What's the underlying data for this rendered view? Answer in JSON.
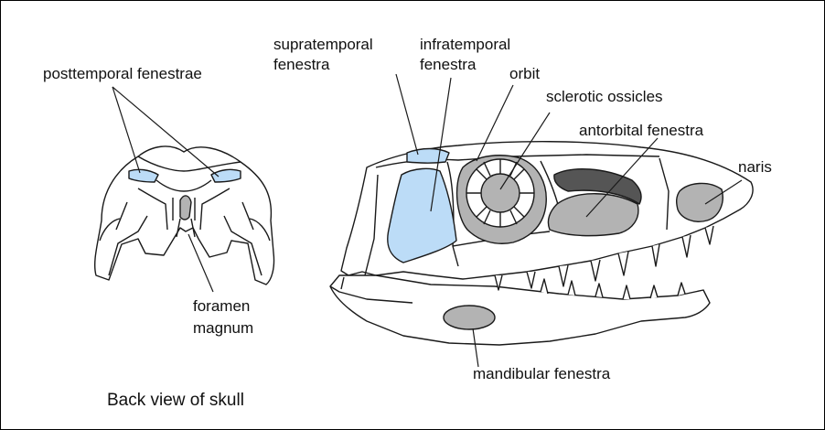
{
  "labels": {
    "posttemporal": "posttemporal fenestrae",
    "supratemporal_1": "supratemporal",
    "supratemporal_2": "fenestra",
    "infratemporal_1": "infratemporal",
    "infratemporal_2": "fenestra",
    "orbit": "orbit",
    "sclerotic": "sclerotic ossicles",
    "antorbital": "antorbital fenestra",
    "naris": "naris",
    "foramen_1": "foramen",
    "foramen_2": "magnum",
    "mandibular": "mandibular fenestra"
  },
  "caption": "Back view of skull",
  "colors": {
    "fenestra_blue": "#bcdcf7",
    "opening_grey": "#b3b3b3",
    "outline": "#1a1a1a"
  }
}
